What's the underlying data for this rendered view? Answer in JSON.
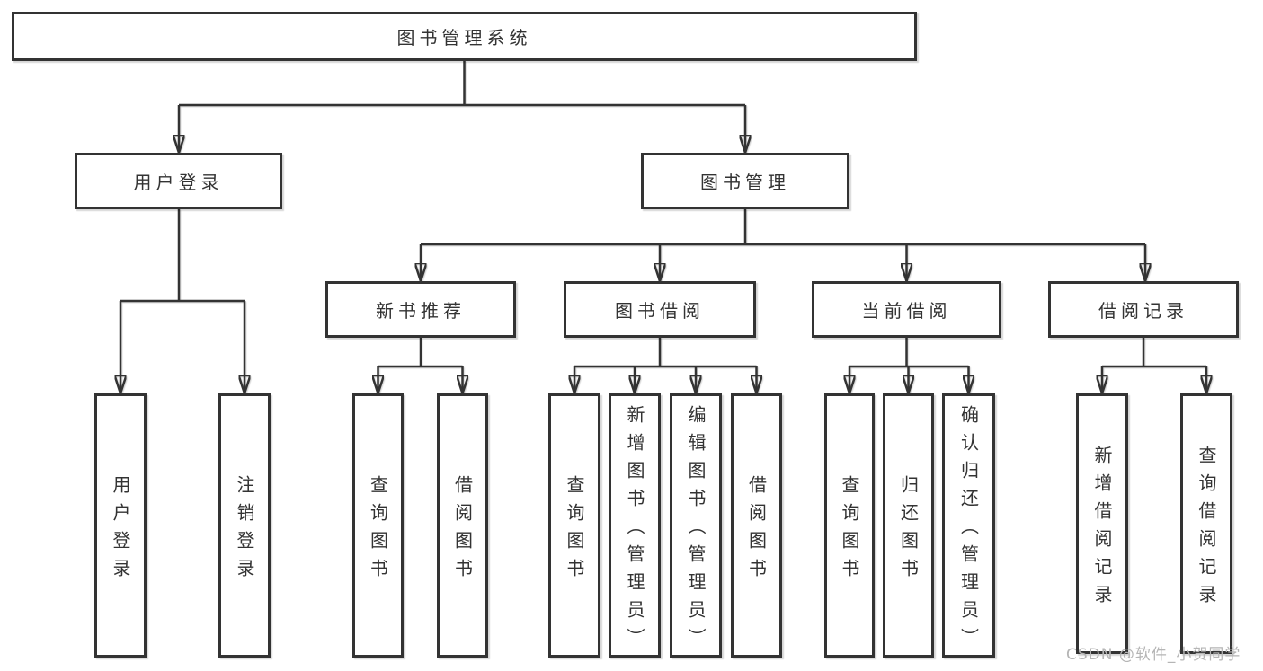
{
  "diagram": {
    "title_node": {
      "label": "图书管理系统"
    },
    "branches": [
      {
        "label": "用户登录",
        "leaves": [
          {
            "label": "用户登录"
          },
          {
            "label": "注销登录"
          }
        ]
      },
      {
        "label": "图书管理",
        "groups": [
          {
            "label": "新书推荐",
            "leaves": [
              {
                "label": "查询图书"
              },
              {
                "label": "借阅图书"
              }
            ]
          },
          {
            "label": "图书借阅",
            "leaves": [
              {
                "label": "查询图书"
              },
              {
                "label": "新增图书（管理员）"
              },
              {
                "label": "编辑图书（管理员）"
              },
              {
                "label": "借阅图书"
              }
            ]
          },
          {
            "label": "当前借阅",
            "leaves": [
              {
                "label": "查询图书"
              },
              {
                "label": "归还图书"
              },
              {
                "label": "确认归还（管理员）"
              }
            ]
          },
          {
            "label": "借阅记录",
            "leaves": [
              {
                "label": "新增借阅记录"
              },
              {
                "label": "查询借阅记录"
              }
            ]
          }
        ]
      }
    ]
  },
  "watermark": {
    "text": "CSDN @软件_小贺同学"
  },
  "colors": {
    "line": "#333333",
    "text": "#333333",
    "box_background": "#ffffff",
    "watermark": "#b5b5b5",
    "page_background": "#ffffff"
  }
}
